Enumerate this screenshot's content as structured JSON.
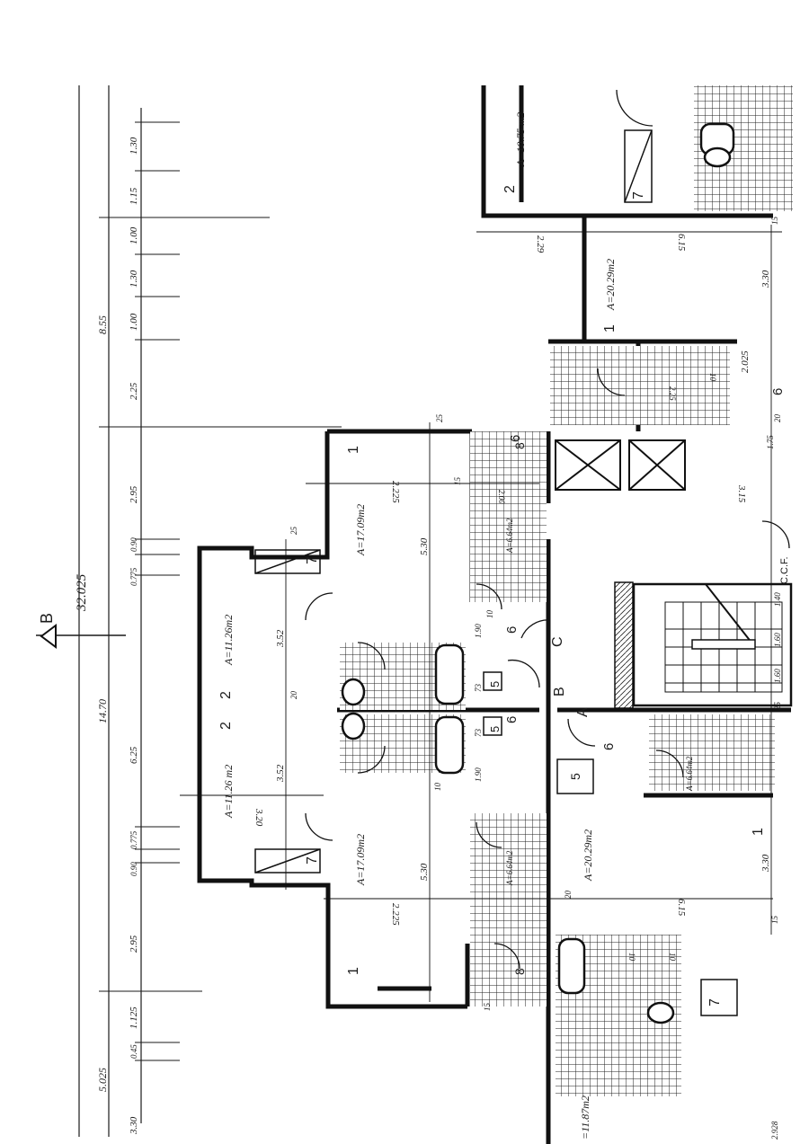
{
  "section_marker": {
    "label": "B"
  },
  "overall_dimension": "32.025",
  "dimension_chain_outer": [
    "8.55",
    "14.70",
    "5.025"
  ],
  "dimension_chain_inner": [
    "1.30",
    "1.15",
    "1.00",
    "1.30",
    "1.00",
    "2.25",
    "2.95",
    "0.775",
    "0.90",
    "6.25",
    "0.775",
    "0.90",
    "2.95",
    "1.125",
    "0.45",
    "3.30"
  ],
  "rooms": [
    {
      "number": "2",
      "area": "A=10.75 m2"
    },
    {
      "number": "1",
      "area": "A=20.29m2"
    },
    {
      "number": "1",
      "area": "A=17.09m2"
    },
    {
      "number": "2",
      "area": "A=11.26m2"
    },
    {
      "number": "2",
      "area": "A=11.26 m2"
    },
    {
      "number": "1",
      "area": "A=17.09m2"
    },
    {
      "number": "1",
      "area": "A=20.29m2"
    },
    {
      "number": "",
      "area": "=11.87m2"
    },
    {
      "number": "",
      "area": "A=6.64m2"
    },
    {
      "number": "",
      "area": "A=6.64m2"
    },
    {
      "number": "",
      "area": "A=6.64m2"
    }
  ],
  "inner_dimensions": [
    "5.30",
    "5.30",
    "3.52",
    "3.52",
    "3.30",
    "3.30",
    "2.225",
    "2.225",
    "3.20",
    "6.15",
    "6.15",
    "2.29",
    "3.15",
    "2.025"
  ],
  "small_dims": [
    "15",
    "15",
    "15",
    "25",
    "25",
    "20",
    "20",
    "10",
    "10",
    "1.90",
    "1.90",
    "73",
    "73",
    "15",
    "2.25",
    "1.75",
    "2.00",
    "1.60",
    "1.60",
    "1.40",
    "25",
    "20",
    "10",
    "10",
    "10",
    "2.928"
  ],
  "labels": {
    "ccf": "C.C.F.",
    "vestibule_letters": [
      "A",
      "B",
      "C"
    ],
    "six_marks": [
      "6",
      "6",
      "6",
      "6",
      "6"
    ],
    "five_marks": [
      "5",
      "5",
      "5"
    ],
    "seven_marks": [
      "7",
      "7",
      "7",
      "7"
    ],
    "eight_marks": [
      "8",
      "8"
    ]
  },
  "colors": {
    "ink": "#1a1a1a",
    "paper": "#ffffff",
    "hatch": "#2a2a2a"
  }
}
